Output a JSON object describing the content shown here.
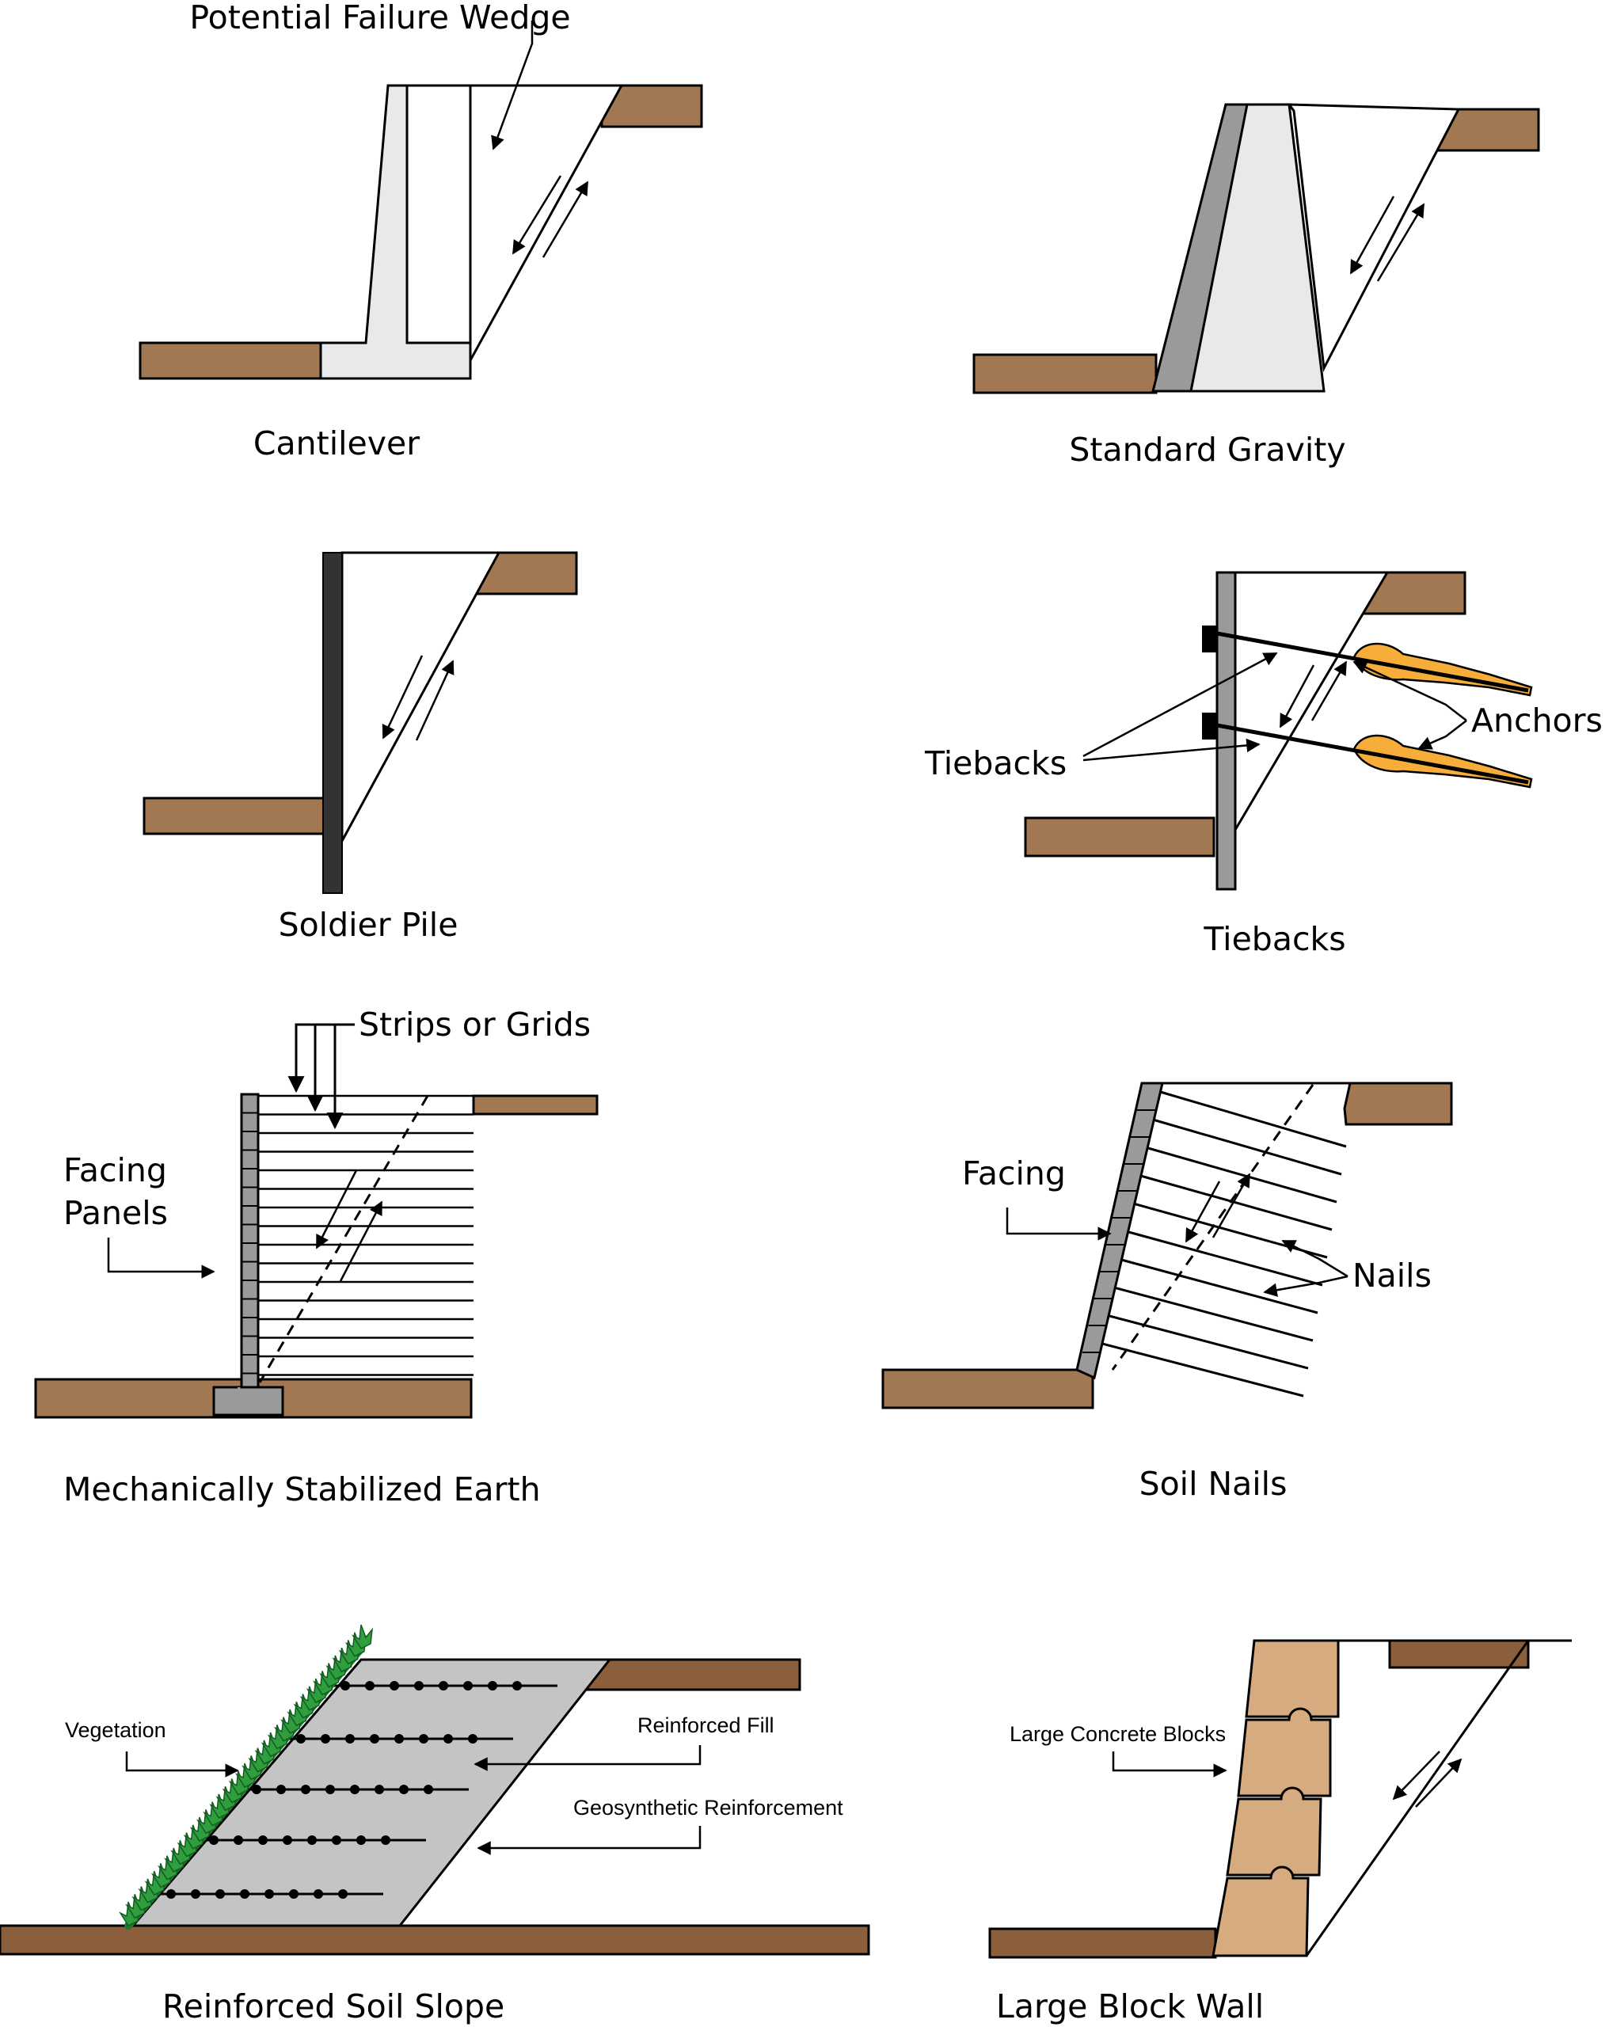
{
  "panels": {
    "cantilever": {
      "title": "Cantilever",
      "callout": "Potential Failure Wedge"
    },
    "gravity": {
      "title": "Standard Gravity"
    },
    "soldier_pile": {
      "title": "Soldier Pile"
    },
    "tiebacks": {
      "title": "Tiebacks",
      "callout_tiebacks": "Tiebacks",
      "callout_anchors": "Anchors"
    },
    "mse": {
      "title": "Mechanically Stabilized Earth",
      "callout_strips": "Strips or Grids",
      "callout_facing_line1": "Facing",
      "callout_facing_line2": "Panels"
    },
    "soil_nails": {
      "title": "Soil Nails",
      "callout_facing": "Facing",
      "callout_nails": "Nails"
    },
    "rss": {
      "title": "Reinforced Soil Slope",
      "callout_vegetation": "Vegetation",
      "callout_fill": "Reinforced Fill",
      "callout_geo": "Geosynthetic Reinforcement"
    },
    "block_wall": {
      "title": "Large Block Wall",
      "callout_blocks": "Large Concrete Blocks"
    }
  },
  "colors": {
    "soil": "#a27853",
    "soil_dark": "#8b5e3c",
    "concrete": "#e9e9e9",
    "steel": "#9a9a9a",
    "pile": "#333333",
    "anchor": "#f6ad3a",
    "vegetation": "#2e9e3e",
    "reinforced_fill": "#c4c4c4",
    "block": "#d6ab7f"
  }
}
